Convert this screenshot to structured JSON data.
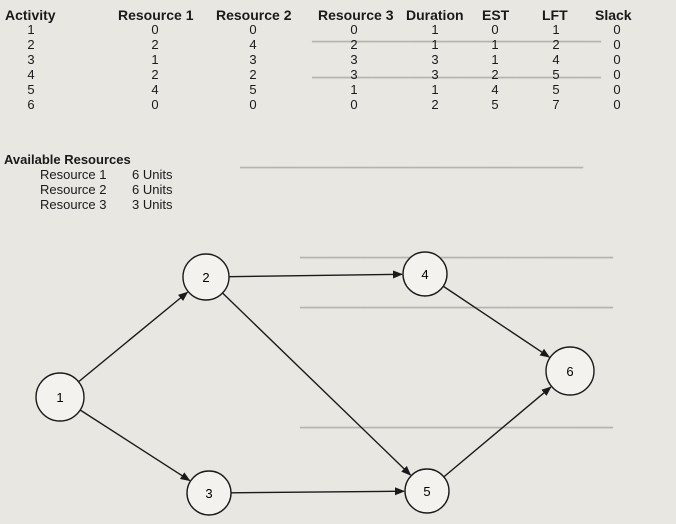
{
  "table": {
    "headers": [
      "Activity",
      "Resource 1",
      "Resource 2",
      "Resource 3",
      "Duration",
      "EST",
      "LFT",
      "Slack"
    ],
    "rows": [
      [
        "1",
        "0",
        "0",
        "0",
        "1",
        "0",
        "1",
        "0"
      ],
      [
        "2",
        "2",
        "4",
        "2",
        "1",
        "1",
        "2",
        "0"
      ],
      [
        "3",
        "1",
        "3",
        "3",
        "3",
        "1",
        "4",
        "0"
      ],
      [
        "4",
        "2",
        "2",
        "3",
        "3",
        "2",
        "5",
        "0"
      ],
      [
        "5",
        "4",
        "5",
        "1",
        "1",
        "4",
        "5",
        "0"
      ],
      [
        "6",
        "0",
        "0",
        "0",
        "2",
        "5",
        "7",
        "0"
      ]
    ]
  },
  "resources": {
    "title": "Available Resources",
    "items": [
      {
        "name": "Resource 1",
        "amount": "6 Units"
      },
      {
        "name": "Resource 2",
        "amount": "6 Units"
      },
      {
        "name": "Resource 3",
        "amount": "3 Units"
      }
    ]
  },
  "network": {
    "nodes": [
      {
        "id": "1",
        "label": "1"
      },
      {
        "id": "2",
        "label": "2"
      },
      {
        "id": "3",
        "label": "3"
      },
      {
        "id": "4",
        "label": "4"
      },
      {
        "id": "5",
        "label": "5"
      },
      {
        "id": "6",
        "label": "6"
      }
    ],
    "edges": [
      {
        "from": "1",
        "to": "2"
      },
      {
        "from": "1",
        "to": "3"
      },
      {
        "from": "2",
        "to": "4"
      },
      {
        "from": "2",
        "to": "5"
      },
      {
        "from": "3",
        "to": "5"
      },
      {
        "from": "4",
        "to": "6"
      },
      {
        "from": "5",
        "to": "6"
      }
    ]
  }
}
